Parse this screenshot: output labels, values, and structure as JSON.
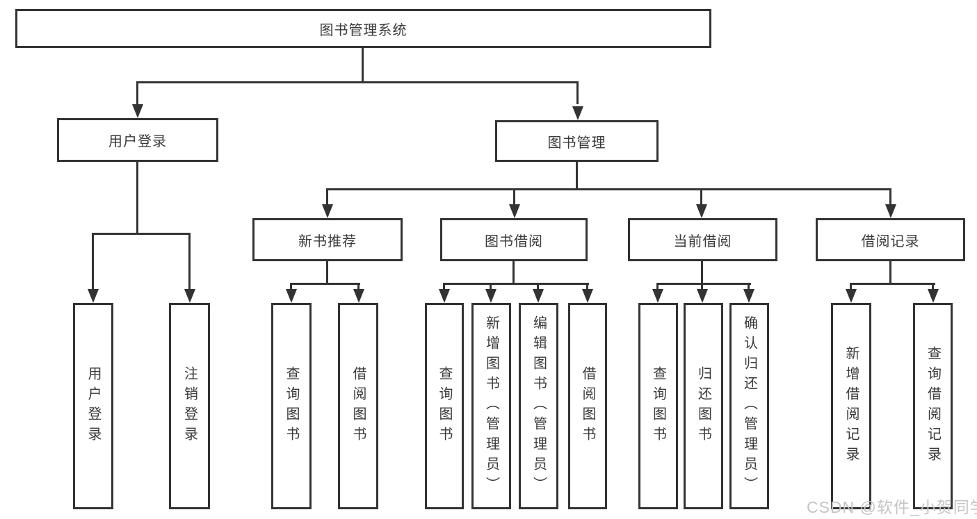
{
  "diagram": {
    "root": "图书管理系统",
    "level2": [
      "用户登录",
      "图书管理"
    ],
    "level3": [
      "新书推荐",
      "图书借阅",
      "当前借阅",
      "借阅记录"
    ],
    "leaves": {
      "user_login": [
        "用户登录",
        "注销登录"
      ],
      "new_book_recommend": [
        "查询图书",
        "借阅图书"
      ],
      "book_borrow": [
        "查询图书",
        "新增图书（管理员）",
        "编辑图书（管理员）",
        "借阅图书"
      ],
      "current_borrow": [
        "查询图书",
        "归还图书",
        "确认归还（管理员）"
      ],
      "borrow_record": [
        "新增借阅记录",
        "查询借阅记录"
      ]
    }
  },
  "watermark": "CSDN @软件_小贺同学",
  "colors": {
    "line": "#333333",
    "text": "#3a3a3a",
    "watermark": "#c4c4c4",
    "background": "#ffffff"
  }
}
